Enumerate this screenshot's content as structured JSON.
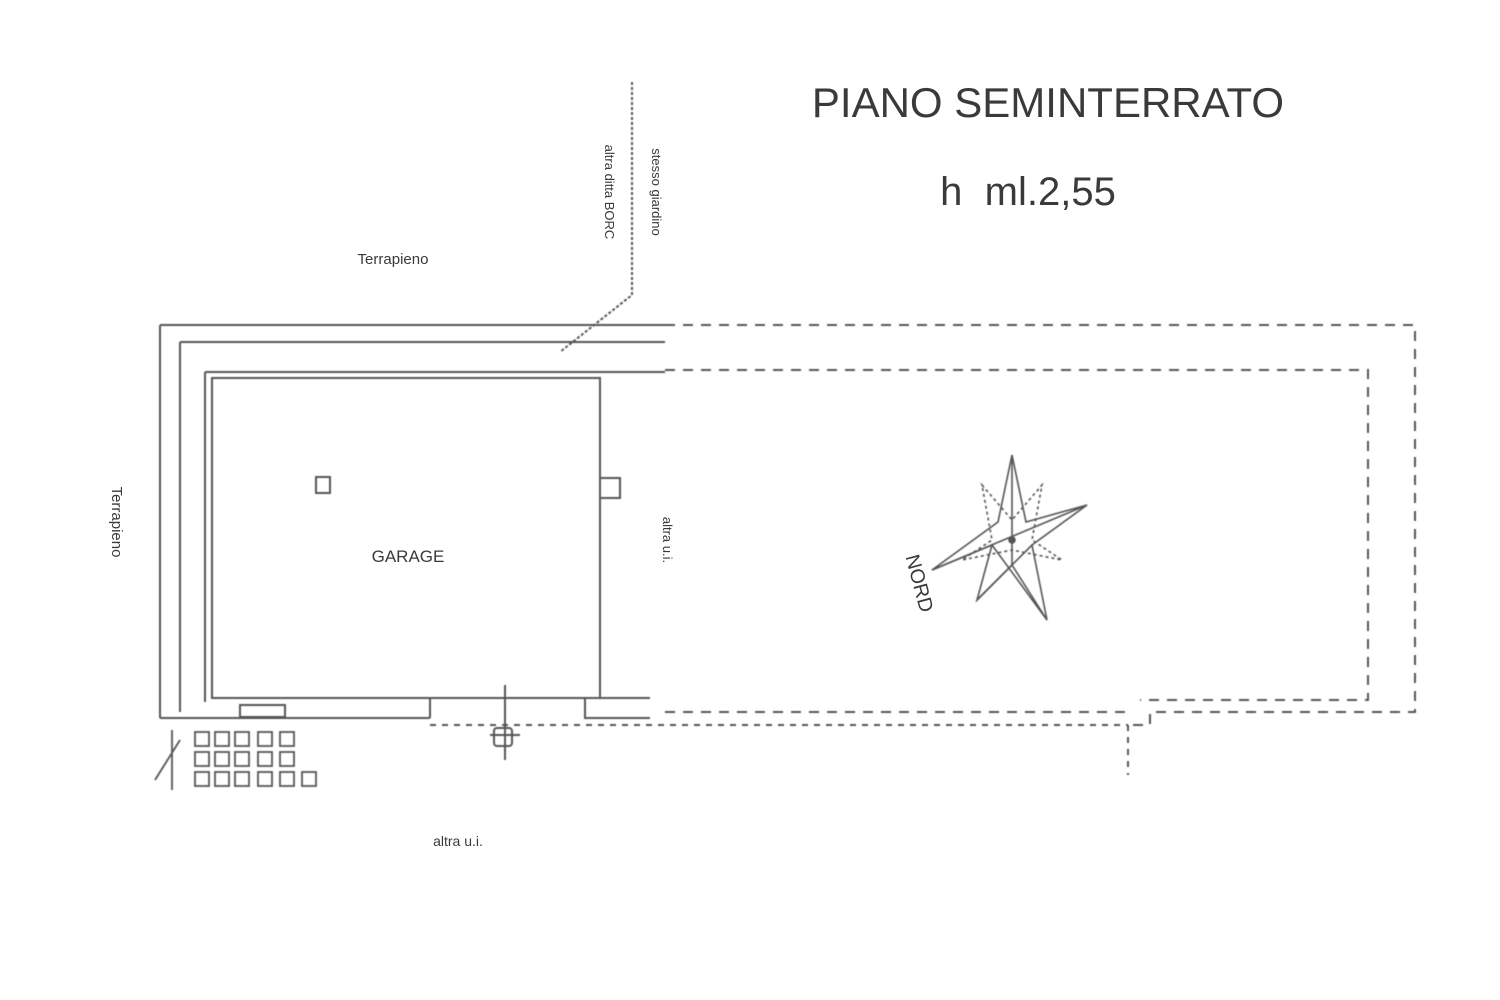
{
  "title": "PIANO SEMINTERRATO",
  "height_label": "h  ml.2,55",
  "labels": {
    "terrapieno_top": "Terrapieno",
    "terrapieno_left": "Terrapieno",
    "altra_ditta_vertical_1": "altra ditta BORC",
    "altra_ditta_vertical_2": "stesso giardino",
    "altra_ui": "altra u.i.",
    "garage": "GARAGE",
    "nord": "NORD",
    "altra_bottom": "altra u.i."
  },
  "icons": {
    "compass": "north-star-compass-icon"
  },
  "colors": {
    "ink": "#3a3a3a",
    "paper": "#ffffff"
  }
}
